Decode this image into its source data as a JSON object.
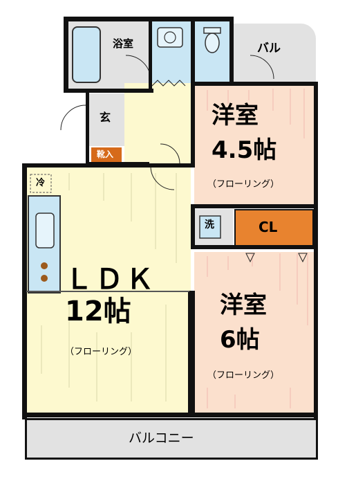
{
  "rooms": {
    "bath": {
      "label": "浴室"
    },
    "balcony_small": {
      "label": "バル"
    },
    "entrance": {
      "label": "玄"
    },
    "shoe_storage": {
      "label": "靴入"
    },
    "western_room_1": {
      "name": "洋室",
      "size": "4.5帖",
      "floor": "（フローリング）"
    },
    "washer": {
      "label": "洗"
    },
    "closet": {
      "label": "CL"
    },
    "refrigerator": {
      "label": "冷"
    },
    "ldk": {
      "name": "ＬＤＫ",
      "size": "12帖",
      "floor": "（フローリング）"
    },
    "western_room_2": {
      "name": "洋室",
      "size": "6帖",
      "floor": "（フローリング）"
    },
    "balcony": {
      "label": "バルコニー"
    }
  },
  "colors": {
    "wall": "#111111",
    "floor_yellow": "#fdf9cf",
    "floor_peach": "#fbe0cd",
    "wet_area": "#c9e6f4",
    "utility_grey": "#e2e2e2",
    "closet": "#e8832f",
    "shoe_box": "#d66a1a",
    "stove": "#9c5a1c"
  }
}
